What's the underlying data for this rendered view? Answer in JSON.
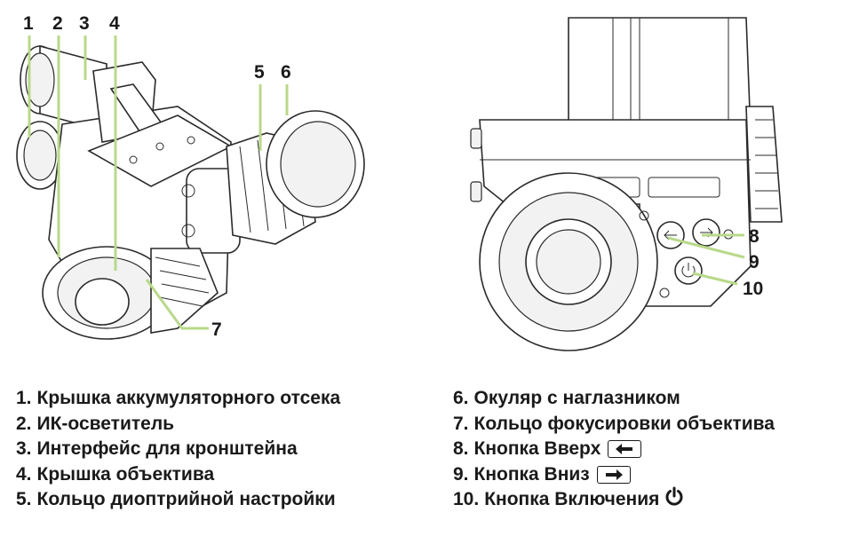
{
  "callouts": {
    "left": [
      "1",
      "2",
      "3",
      "4",
      "5",
      "6",
      "7"
    ],
    "right": [
      "8",
      "9",
      "10"
    ]
  },
  "legend_left": [
    {
      "num": "1.",
      "label": "Крышка аккумуляторного отсека"
    },
    {
      "num": "2.",
      "label": "ИК-осветитель"
    },
    {
      "num": "3.",
      "label": "Интерфейс для кронштейна"
    },
    {
      "num": "4.",
      "label": "Крышка объектива"
    },
    {
      "num": "5.",
      "label": "Кольцо диоптрийной настройки"
    }
  ],
  "legend_right": [
    {
      "num": "6.",
      "label": "Окуляр с наглазником",
      "icon": null
    },
    {
      "num": "7.",
      "label": "Кольцо фокусировки объектива",
      "icon": null
    },
    {
      "num": "8.",
      "label": "Кнопка Вверх",
      "icon": "left-arrow-key-icon"
    },
    {
      "num": "9.",
      "label": "Кнопка Вниз",
      "icon": "right-arrow-key-icon"
    },
    {
      "num": "10.",
      "label": "Кнопка Включения",
      "icon": "power-icon"
    }
  ],
  "colors": {
    "leader_line": "#b8d98a",
    "outline": "#2a2a2a",
    "text": "#1a1a1a"
  }
}
